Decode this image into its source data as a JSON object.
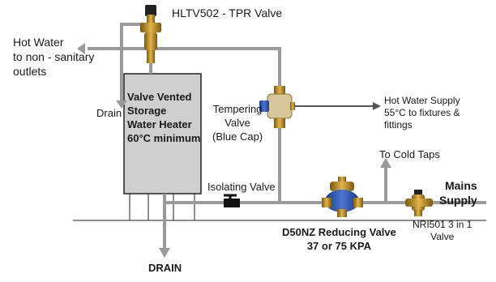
{
  "labels": {
    "tpr_valve": "HLTV502 - TPR Valve",
    "hot_water_nonsanitary": [
      "Hot Water",
      "to non - sanitary",
      "outlets"
    ],
    "drain_top": "Drain",
    "heater": [
      "Valve Vented",
      "Storage",
      "Water Heater",
      "60°C minimum"
    ],
    "tempering_valve": [
      "Tempering",
      "Valve",
      "(Blue Cap)"
    ],
    "hot_supply": [
      "Hot Water Supply",
      "55°C to fixtures &",
      "fittings"
    ],
    "cold_taps": "To Cold Taps",
    "mains_supply": [
      "Mains",
      "Supply"
    ],
    "isolating_valve": "Isolating Valve",
    "reducing_valve": [
      "D50NZ Reducing Valve",
      "37 or 75 KPA"
    ],
    "nri501": [
      "NRI501 3 in 1",
      "Valve"
    ],
    "drain_bottom": "DRAIN"
  },
  "colors": {
    "pipe": "#9a9a9a",
    "pipe_dark": "#6e6e6e",
    "heater_fill": "#cfcfcf",
    "brass": "#b8892a",
    "valve_blue": "#2a4fa8",
    "black": "#111111"
  }
}
